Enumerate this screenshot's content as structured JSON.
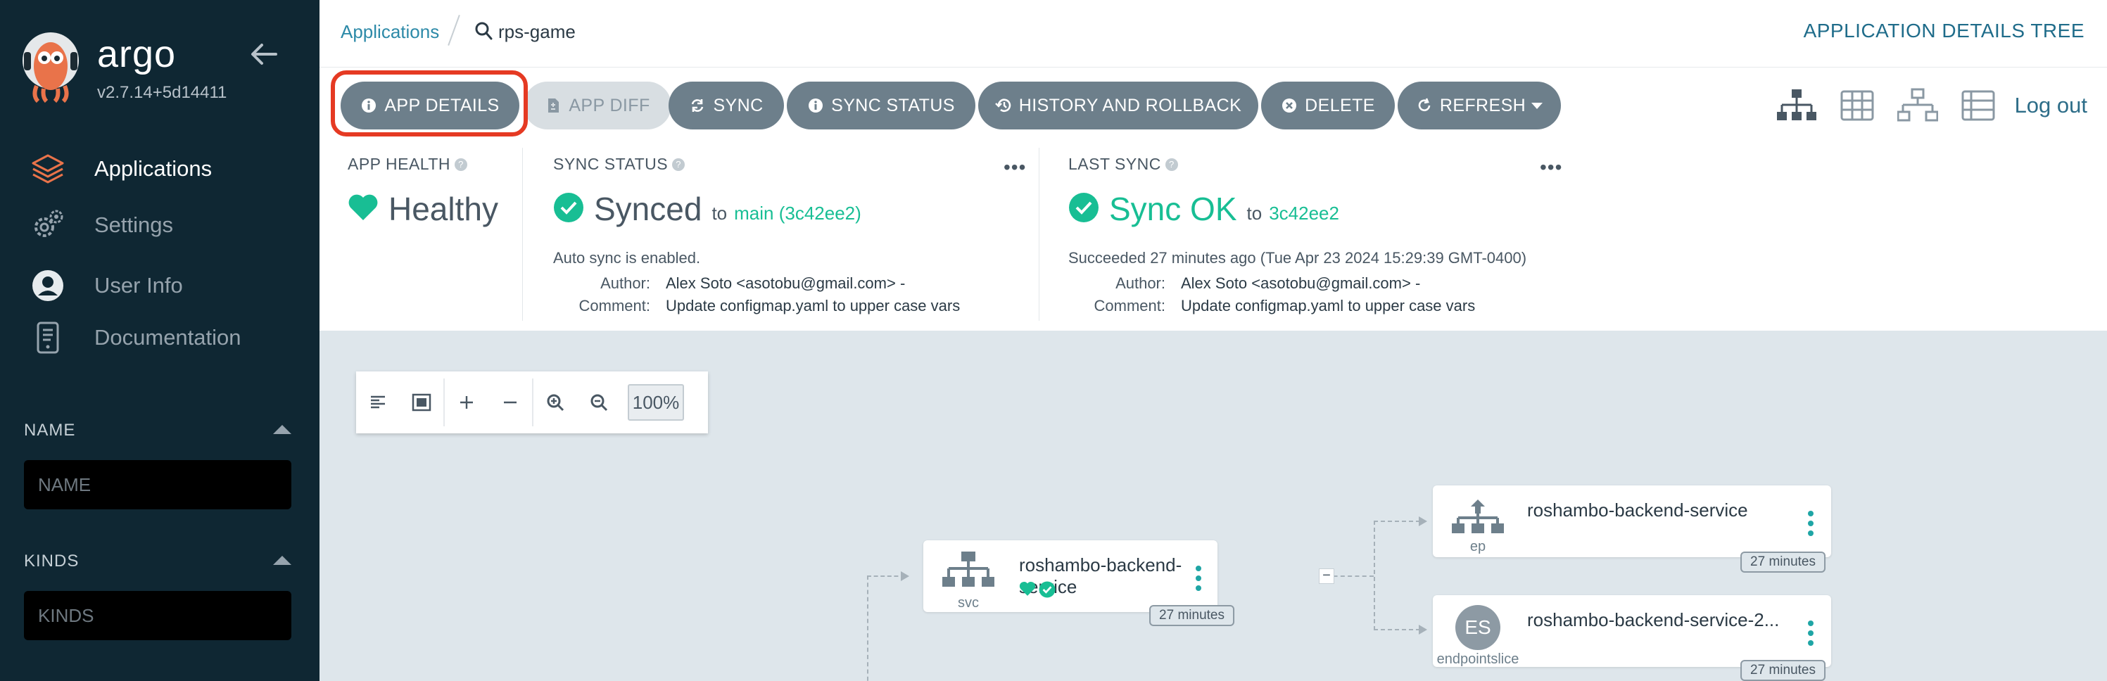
{
  "sidebar": {
    "brand": "argo",
    "version": "v2.7.14+5d14411",
    "nav": [
      {
        "label": "Applications"
      },
      {
        "label": "Settings"
      },
      {
        "label": "User Info"
      },
      {
        "label": "Documentation"
      }
    ],
    "filters": {
      "name_label": "NAME",
      "name_placeholder": "NAME",
      "kinds_label": "KINDS",
      "kinds_placeholder": "KINDS"
    }
  },
  "topbar": {
    "breadcrumb_link": "Applications",
    "app_name": "rps-game",
    "view_title": "APPLICATION DETAILS TREE"
  },
  "toolbar": {
    "app_details": "APP DETAILS",
    "app_diff": "APP DIFF",
    "sync": "SYNC",
    "sync_status": "SYNC STATUS",
    "history": "HISTORY AND ROLLBACK",
    "delete": "DELETE",
    "refresh": "REFRESH",
    "logout": "Log out"
  },
  "health": {
    "title": "APP HEALTH",
    "value": "Healthy"
  },
  "sync_status": {
    "title": "SYNC STATUS",
    "value": "Synced",
    "to": "to",
    "target": "main (3c42ee2)",
    "auto": "Auto sync is enabled.",
    "author_key": "Author:",
    "author": "Alex Soto <asotobu@gmail.com> -",
    "comment_key": "Comment:",
    "comment": "Update configmap.yaml to upper case vars",
    "menu": "•••"
  },
  "last_sync": {
    "title": "LAST SYNC",
    "value": "Sync OK",
    "to": "to",
    "target": "3c42ee2",
    "succeeded": "Succeeded 27 minutes ago (Tue Apr 23 2024 15:29:39 GMT-0400)",
    "author_key": "Author:",
    "author": "Alex Soto <asotobu@gmail.com> -",
    "comment_key": "Comment:",
    "comment": "Update configmap.yaml to upper case vars",
    "menu": "•••"
  },
  "zoom": {
    "level": "100%"
  },
  "graph": {
    "nodes": [
      {
        "name": "roshambo-backend-service",
        "kind": "svc",
        "age": "27 minutes"
      },
      {
        "name": "roshambo-backend-service",
        "kind": "ep",
        "age": "27 minutes"
      },
      {
        "name": "roshambo-backend-service-2...",
        "kind": "endpointslice",
        "icon_text": "ES",
        "age": "27 minutes"
      }
    ],
    "collapse_symbol": "−"
  },
  "colors": {
    "sidebar_bg": "#0f2733",
    "button_bg": "#6d7f8b",
    "success": "#18be94",
    "highlight": "#e53a23"
  }
}
